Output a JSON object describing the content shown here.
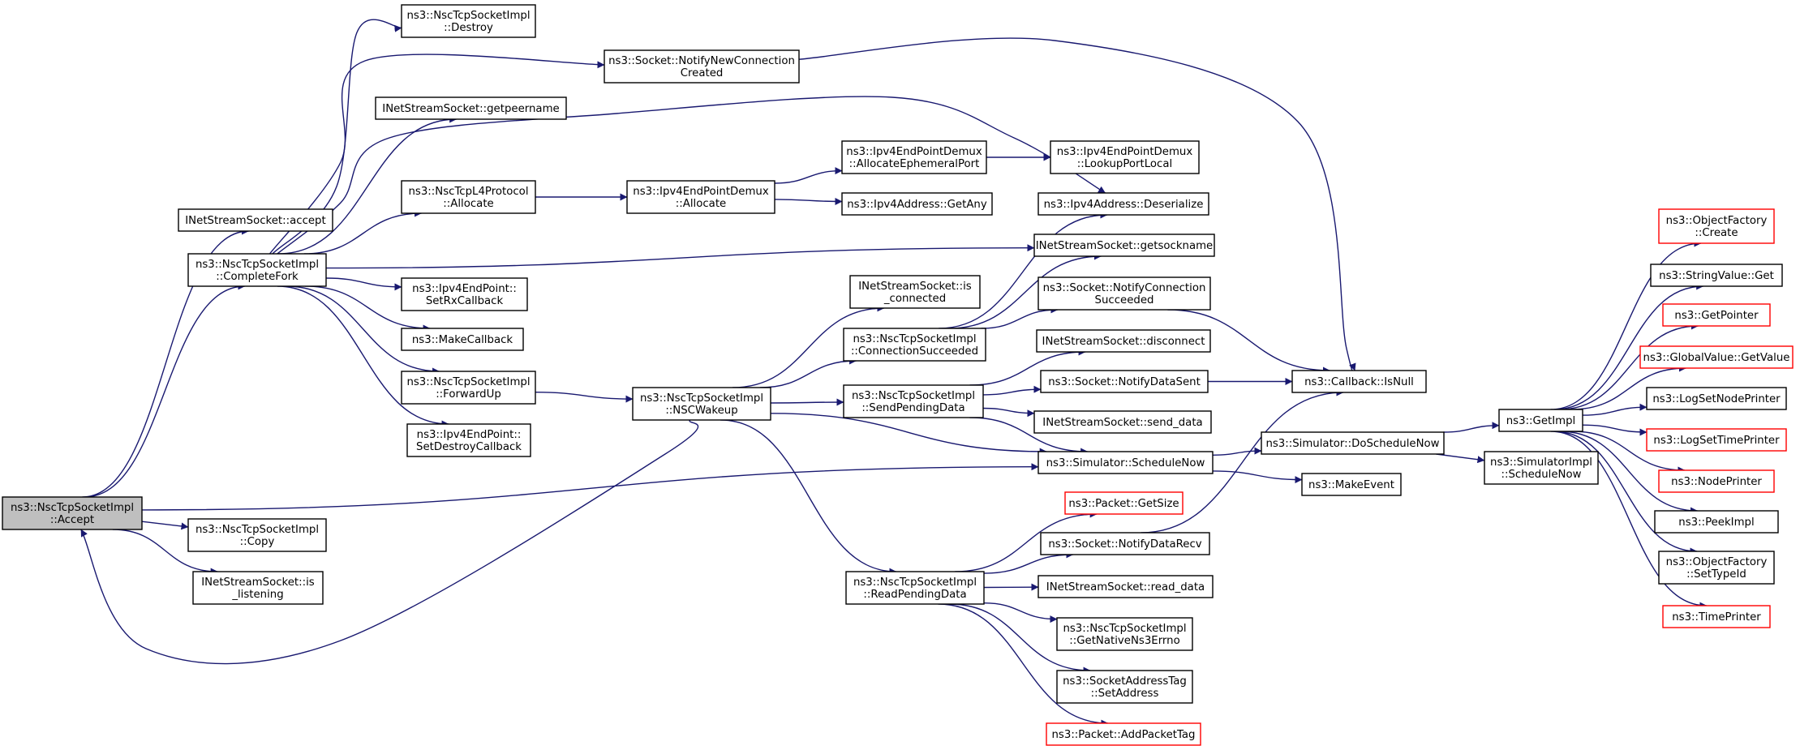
{
  "colors": {
    "edge": "#191970",
    "node_border": "#000000",
    "undocumented_border": "#ff0000",
    "root_fill": "#bfbfbf"
  },
  "nodes": [
    {
      "id": "accept_root",
      "lines": [
        "ns3::NscTcpSocketImpl",
        "::Accept"
      ],
      "style": "root"
    },
    {
      "id": "inet_accept",
      "lines": [
        "INetStreamSocket::accept"
      ]
    },
    {
      "id": "completefork",
      "lines": [
        "ns3::NscTcpSocketImpl",
        "::CompleteFork"
      ]
    },
    {
      "id": "copy",
      "lines": [
        "ns3::NscTcpSocketImpl",
        "::Copy"
      ]
    },
    {
      "id": "is_listening",
      "lines": [
        "INetStreamSocket::is",
        "_listening"
      ]
    },
    {
      "id": "destroy",
      "lines": [
        "ns3::NscTcpSocketImpl",
        "::Destroy"
      ]
    },
    {
      "id": "getpeername",
      "lines": [
        "INetStreamSocket::getpeername"
      ]
    },
    {
      "id": "l4_allocate",
      "lines": [
        "ns3::NscTcpL4Protocol",
        "::Allocate"
      ]
    },
    {
      "id": "setrxcallback",
      "lines": [
        "ns3::Ipv4EndPoint::",
        "SetRxCallback"
      ]
    },
    {
      "id": "makecallback",
      "lines": [
        "ns3::MakeCallback"
      ]
    },
    {
      "id": "forwardup",
      "lines": [
        "ns3::NscTcpSocketImpl",
        "::ForwardUp"
      ]
    },
    {
      "id": "setdestroycallback",
      "lines": [
        "ns3::Ipv4EndPoint::",
        "SetDestroyCallback"
      ]
    },
    {
      "id": "notifynewconn",
      "lines": [
        "ns3::Socket::NotifyNewConnection",
        "Created"
      ]
    },
    {
      "id": "demux_allocate",
      "lines": [
        "ns3::Ipv4EndPointDemux",
        "::Allocate"
      ]
    },
    {
      "id": "nscwakeup",
      "lines": [
        "ns3::NscTcpSocketImpl",
        "::NSCWakeup"
      ]
    },
    {
      "id": "alloc_ephemeral",
      "lines": [
        "ns3::Ipv4EndPointDemux",
        "::AllocateEphemeralPort"
      ]
    },
    {
      "id": "getany",
      "lines": [
        "ns3::Ipv4Address::GetAny"
      ]
    },
    {
      "id": "is_connected",
      "lines": [
        "INetStreamSocket::is",
        "_connected"
      ]
    },
    {
      "id": "conn_succeeded",
      "lines": [
        "ns3::NscTcpSocketImpl",
        "::ConnectionSucceeded"
      ]
    },
    {
      "id": "sendpending",
      "lines": [
        "ns3::NscTcpSocketImpl",
        "::SendPendingData"
      ]
    },
    {
      "id": "readpending",
      "lines": [
        "ns3::NscTcpSocketImpl",
        "::ReadPendingData"
      ]
    },
    {
      "id": "lookupportlocal",
      "lines": [
        "ns3::Ipv4EndPointDemux",
        "::LookupPortLocal"
      ]
    },
    {
      "id": "deserialize",
      "lines": [
        "ns3::Ipv4Address::Deserialize"
      ]
    },
    {
      "id": "getsockname",
      "lines": [
        "INetStreamSocket::getsockname"
      ]
    },
    {
      "id": "notifyconnsucc",
      "lines": [
        "ns3::Socket::NotifyConnection",
        "Succeeded"
      ]
    },
    {
      "id": "disconnect",
      "lines": [
        "INetStreamSocket::disconnect"
      ]
    },
    {
      "id": "notifydatasent",
      "lines": [
        "ns3::Socket::NotifyDataSent"
      ]
    },
    {
      "id": "send_data",
      "lines": [
        "INetStreamSocket::send_data"
      ]
    },
    {
      "id": "schedulenow",
      "lines": [
        "ns3::Simulator::ScheduleNow"
      ]
    },
    {
      "id": "packet_getsize",
      "lines": [
        "ns3::Packet::GetSize"
      ],
      "style": "red"
    },
    {
      "id": "notifydatarecv",
      "lines": [
        "ns3::Socket::NotifyDataRecv"
      ]
    },
    {
      "id": "read_data",
      "lines": [
        "INetStreamSocket::read_data"
      ]
    },
    {
      "id": "getnativeerrno",
      "lines": [
        "ns3::NscTcpSocketImpl",
        "::GetNativeNs3Errno"
      ]
    },
    {
      "id": "setaddress",
      "lines": [
        "ns3::SocketAddressTag",
        "::SetAddress"
      ]
    },
    {
      "id": "addpackettag",
      "lines": [
        "ns3::Packet::AddPacketTag"
      ],
      "style": "red"
    },
    {
      "id": "callback_isnull",
      "lines": [
        "ns3::Callback::IsNull"
      ]
    },
    {
      "id": "doschedulenow",
      "lines": [
        "ns3::Simulator::DoScheduleNow"
      ]
    },
    {
      "id": "makeevent",
      "lines": [
        "ns3::MakeEvent"
      ]
    },
    {
      "id": "getimpl",
      "lines": [
        "ns3::GetImpl"
      ]
    },
    {
      "id": "simimpl_schedulenow",
      "lines": [
        "ns3::SimulatorImpl",
        "::ScheduleNow"
      ]
    },
    {
      "id": "of_create",
      "lines": [
        "ns3::ObjectFactory",
        "::Create"
      ],
      "style": "red"
    },
    {
      "id": "stringvalue_get",
      "lines": [
        "ns3::StringValue::Get"
      ]
    },
    {
      "id": "getpointer",
      "lines": [
        "ns3::GetPointer"
      ],
      "style": "red"
    },
    {
      "id": "globalvalue_getvalue",
      "lines": [
        "ns3::GlobalValue::GetValue"
      ],
      "style": "red"
    },
    {
      "id": "logsetnodeprinter",
      "lines": [
        "ns3::LogSetNodePrinter"
      ]
    },
    {
      "id": "logsettimeprinter",
      "lines": [
        "ns3::LogSetTimePrinter"
      ],
      "style": "red"
    },
    {
      "id": "nodeprinter",
      "lines": [
        "ns3::NodePrinter"
      ],
      "style": "red"
    },
    {
      "id": "peekimpl",
      "lines": [
        "ns3::PeekImpl"
      ]
    },
    {
      "id": "of_settypeid",
      "lines": [
        "ns3::ObjectFactory",
        "::SetTypeId"
      ]
    },
    {
      "id": "timeprinter",
      "lines": [
        "ns3::TimePrinter"
      ],
      "style": "red"
    }
  ],
  "edges": [
    {
      "from": "accept_root",
      "to": "inet_accept"
    },
    {
      "from": "accept_root",
      "to": "completefork"
    },
    {
      "from": "accept_root",
      "to": "copy"
    },
    {
      "from": "accept_root",
      "to": "is_listening"
    },
    {
      "from": "accept_root",
      "to": "schedulenow"
    },
    {
      "from": "completefork",
      "to": "destroy"
    },
    {
      "from": "completefork",
      "to": "notifynewconn"
    },
    {
      "from": "completefork",
      "to": "getpeername"
    },
    {
      "from": "completefork",
      "to": "deserialize"
    },
    {
      "from": "completefork",
      "to": "l4_allocate"
    },
    {
      "from": "completefork",
      "to": "getsockname"
    },
    {
      "from": "completefork",
      "to": "setrxcallback"
    },
    {
      "from": "completefork",
      "to": "makecallback"
    },
    {
      "from": "completefork",
      "to": "forwardup"
    },
    {
      "from": "completefork",
      "to": "setdestroycallback"
    },
    {
      "from": "l4_allocate",
      "to": "demux_allocate"
    },
    {
      "from": "demux_allocate",
      "to": "alloc_ephemeral"
    },
    {
      "from": "demux_allocate",
      "to": "getany"
    },
    {
      "from": "alloc_ephemeral",
      "to": "lookupportlocal"
    },
    {
      "from": "forwardup",
      "to": "nscwakeup"
    },
    {
      "from": "nscwakeup",
      "to": "accept_root"
    },
    {
      "from": "nscwakeup",
      "to": "is_connected"
    },
    {
      "from": "nscwakeup",
      "to": "conn_succeeded"
    },
    {
      "from": "nscwakeup",
      "to": "sendpending"
    },
    {
      "from": "nscwakeup",
      "to": "schedulenow"
    },
    {
      "from": "nscwakeup",
      "to": "readpending"
    },
    {
      "from": "conn_succeeded",
      "to": "deserialize"
    },
    {
      "from": "conn_succeeded",
      "to": "getsockname"
    },
    {
      "from": "conn_succeeded",
      "to": "notifyconnsucc"
    },
    {
      "from": "sendpending",
      "to": "disconnect"
    },
    {
      "from": "sendpending",
      "to": "notifydatasent"
    },
    {
      "from": "sendpending",
      "to": "send_data"
    },
    {
      "from": "sendpending",
      "to": "schedulenow"
    },
    {
      "from": "readpending",
      "to": "packet_getsize"
    },
    {
      "from": "readpending",
      "to": "notifydatarecv"
    },
    {
      "from": "readpending",
      "to": "read_data"
    },
    {
      "from": "readpending",
      "to": "getnativeerrno"
    },
    {
      "from": "readpending",
      "to": "setaddress"
    },
    {
      "from": "readpending",
      "to": "addpackettag"
    },
    {
      "from": "notifynewconn",
      "to": "callback_isnull"
    },
    {
      "from": "notifyconnsucc",
      "to": "callback_isnull"
    },
    {
      "from": "notifydatasent",
      "to": "callback_isnull"
    },
    {
      "from": "notifydatarecv",
      "to": "callback_isnull"
    },
    {
      "from": "schedulenow",
      "to": "doschedulenow"
    },
    {
      "from": "schedulenow",
      "to": "makeevent"
    },
    {
      "from": "doschedulenow",
      "to": "getimpl"
    },
    {
      "from": "doschedulenow",
      "to": "simimpl_schedulenow"
    },
    {
      "from": "getimpl",
      "to": "of_create"
    },
    {
      "from": "getimpl",
      "to": "stringvalue_get"
    },
    {
      "from": "getimpl",
      "to": "getpointer"
    },
    {
      "from": "getimpl",
      "to": "globalvalue_getvalue"
    },
    {
      "from": "getimpl",
      "to": "logsetnodeprinter"
    },
    {
      "from": "getimpl",
      "to": "logsettimeprinter"
    },
    {
      "from": "getimpl",
      "to": "nodeprinter"
    },
    {
      "from": "getimpl",
      "to": "peekimpl"
    },
    {
      "from": "getimpl",
      "to": "of_settypeid"
    },
    {
      "from": "getimpl",
      "to": "timeprinter"
    }
  ]
}
